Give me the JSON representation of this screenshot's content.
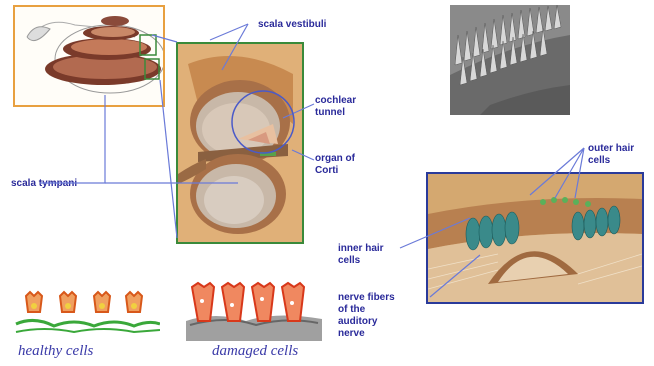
{
  "labels": {
    "scala_vestibuli": "scala vestibuli",
    "cochlear_tunnel_1": "cochlear",
    "cochlear_tunnel_2": "tunnel",
    "organ_of_corti_1": "organ of",
    "organ_of_corti_2": "Corti",
    "scala_tympani": "scala tympani",
    "outer_hair_cells_1": "outer hair",
    "outer_hair_cells_2": "cells",
    "inner_hair_cells_1": "inner hair",
    "inner_hair_cells_2": "cells",
    "nerve_fibers_1": "nerve fibers",
    "nerve_fibers_2": "of the",
    "nerve_fibers_3": "auditory",
    "nerve_fibers_4": "nerve"
  },
  "captions": {
    "healthy": "healthy cells",
    "damaged": "damaged cells"
  },
  "colors": {
    "label_text": "#2a2a9a",
    "leader_line": "#6a7ad8",
    "cochlea_frame": "#e8a040",
    "section_frame": "#3a8a3a",
    "organ_frame": "#2a3a9a"
  }
}
